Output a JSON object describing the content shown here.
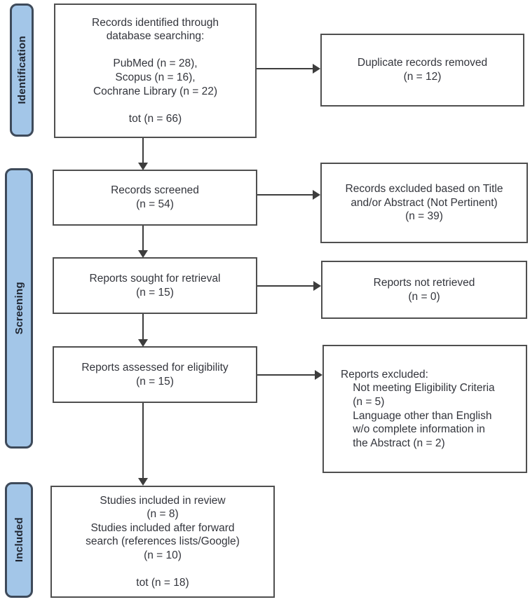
{
  "sidebar": {
    "identification": "Identification",
    "screening": "Screening",
    "included": "Included"
  },
  "flow": {
    "identified": "Records identified through\ndatabase searching:\n\nPubMed (n = 28),\nScopus (n = 16),\nCochrane Library (n = 22)\n\ntot (n = 66)",
    "duplicates_removed": "Duplicate records removed\n(n = 12)",
    "screened": "Records screened\n(n = 54)",
    "excluded_title_abstract": "Records excluded based on Title\nand/or Abstract (Not Pertinent)\n(n = 39)",
    "sought_retrieval": "Reports sought for retrieval\n(n = 15)",
    "not_retrieved": "Reports not retrieved\n(n = 0)",
    "assessed_eligibility": "Reports assessed for eligibility\n(n = 15)",
    "excluded_eligibility": "Reports excluded:\n    Not meeting Eligibility Criteria\n    (n = 5)\n    Language other than English\n    w/o complete information in\n    the Abstract (n = 2)",
    "included_studies": "Studies included in review\n(n = 8)\nStudies included after forward\nsearch (references lists/Google)\n(n = 10)\n\ntot (n = 18)"
  },
  "colors": {
    "stage_fill": "#a3c6e8",
    "stage_border": "#3e4a5a",
    "stage_text": "#1f2530",
    "box_border": "#4f4f4f",
    "text_color": "#33353c",
    "arrow_color": "#3d3d3d"
  }
}
